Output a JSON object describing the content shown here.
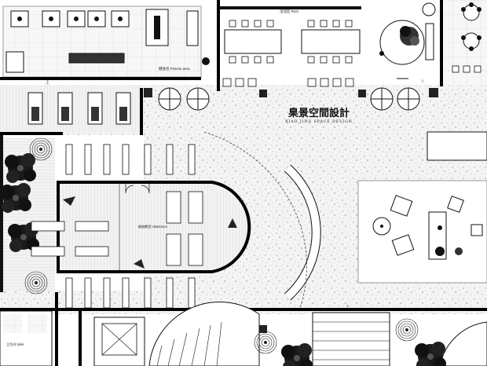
{
  "brand": {
    "name_cn": "臬景空間設計",
    "name_en": "XIAO JING SPACE DESIGN"
  },
  "rooms": {
    "fitness": "健身房 Fitness area",
    "classroom": "瑜伽教室 classroom",
    "meeting": "洽谈区 RSS",
    "toilet": "卫生间 toilet"
  },
  "marks": {
    "up": "上"
  },
  "colors": {
    "ink": "#111111",
    "wall": "#000000",
    "paper": "#ffffff",
    "speckle": "#d8d8d8"
  }
}
